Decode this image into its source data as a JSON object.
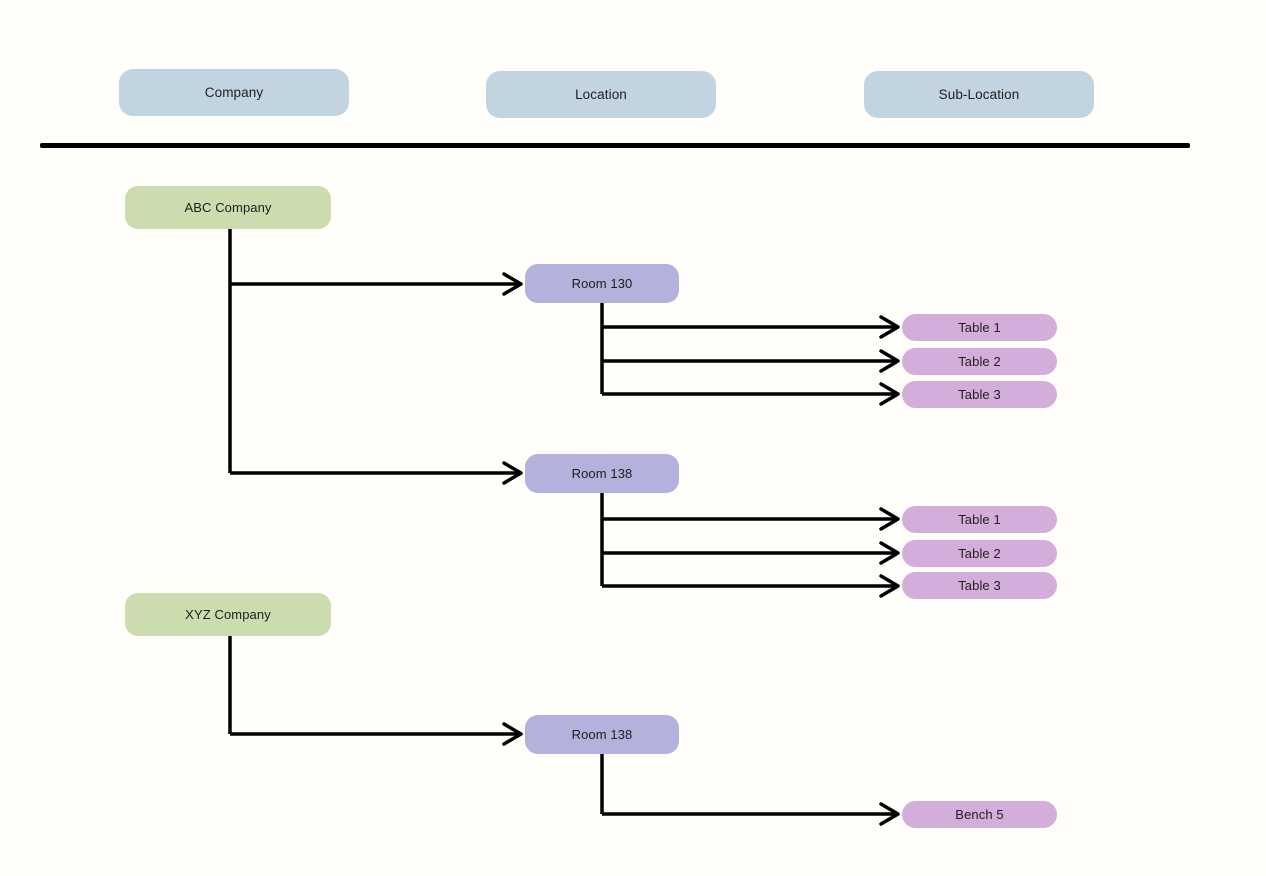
{
  "headers": [
    {
      "label": "Company"
    },
    {
      "label": "Location"
    },
    {
      "label": "Sub-Location"
    }
  ],
  "companies": [
    {
      "name": "ABC Company",
      "locations": [
        {
          "name": "Room 130",
          "sublocations": [
            "Table 1",
            "Table 2",
            "Table 3"
          ]
        },
        {
          "name": "Room 138",
          "sublocations": [
            "Table 1",
            "Table 2",
            "Table 3"
          ]
        }
      ]
    },
    {
      "name": "XYZ Company",
      "locations": [
        {
          "name": "Room 138",
          "sublocations": [
            "Bench 5"
          ]
        }
      ]
    }
  ],
  "colors": {
    "header_fill": "#c3d4e1",
    "company_fill": "#cbdcae",
    "location_fill": "#b4b1dd",
    "sublocation_fill": "#d3aeda",
    "connector": "#000000",
    "text": "#1e1e1e"
  }
}
